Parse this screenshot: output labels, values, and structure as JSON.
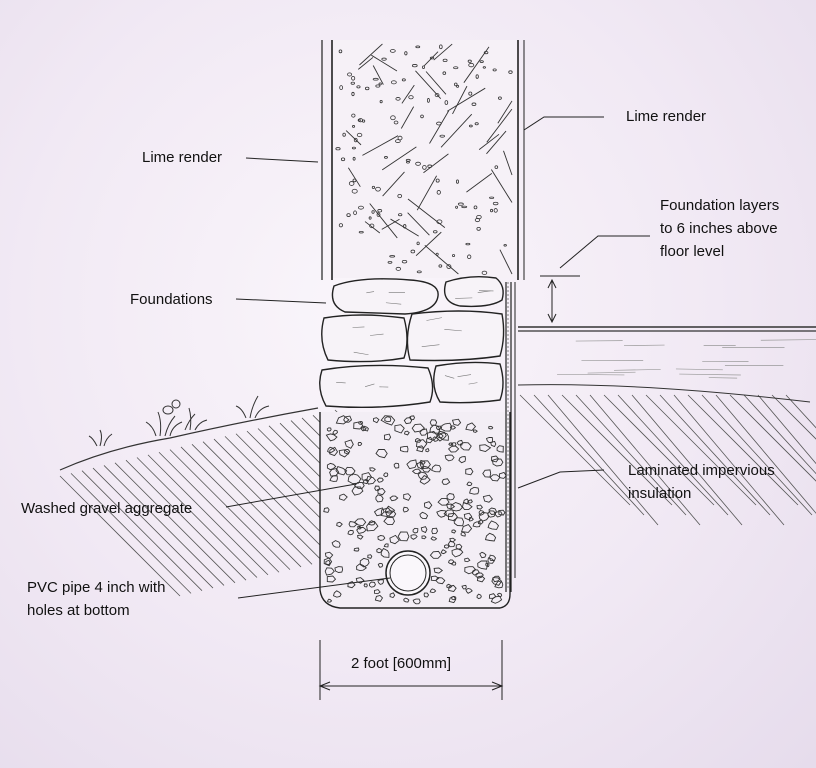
{
  "labels": {
    "lime_render_left": "Lime render",
    "lime_render_right": "Lime render",
    "foundation_layers_line1": "Foundation layers",
    "foundation_layers_line2": "to 6 inches above",
    "foundation_layers_line3": "floor level",
    "foundations": "Foundations",
    "laminated_line1": "Laminated impervious",
    "laminated_line2": "insulation",
    "washed_gravel": "Washed gravel aggregate",
    "pvc_line1": "PVC pipe 4 inch with",
    "pvc_line2": "holes at bottom",
    "dimension": "2 foot [600mm]"
  },
  "colors": {
    "ink": "#2a2a2a",
    "background": "#f4edf6"
  }
}
